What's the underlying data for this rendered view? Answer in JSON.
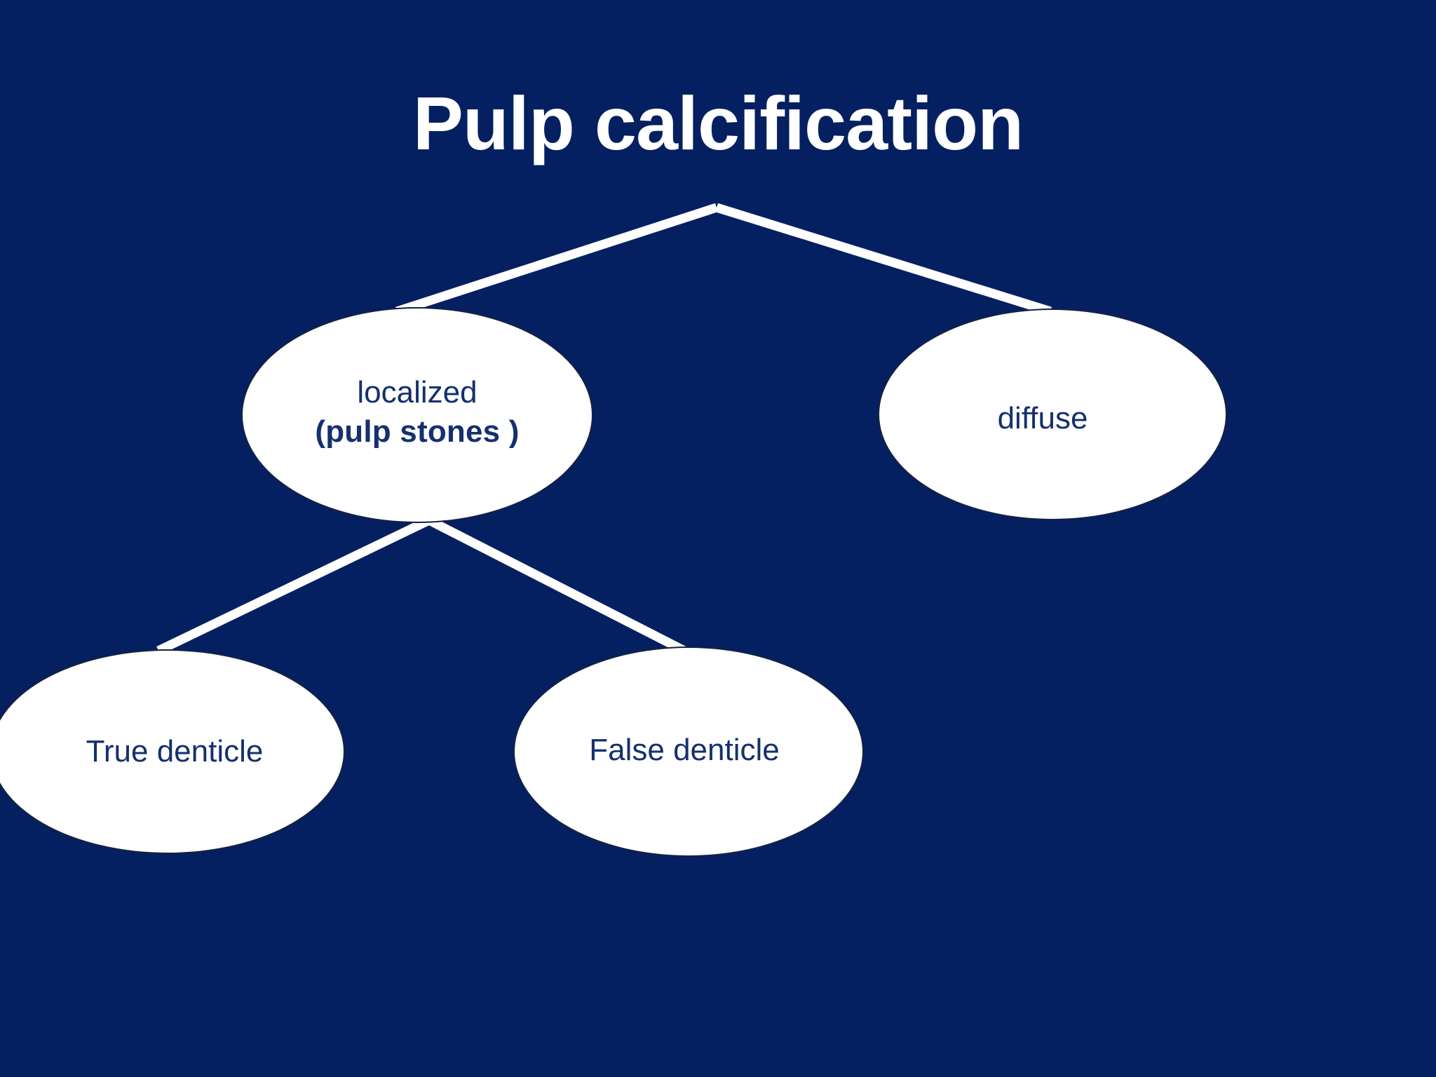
{
  "slide": {
    "title": "Pulp calcification",
    "background_color": "#042061",
    "title_color": "#ffffff",
    "node_fill_color": "#ffffff",
    "node_border_color": "#16213f",
    "node_text_color": "#15306d",
    "connector_color": "#ffffff"
  },
  "diagram": {
    "type": "tree",
    "root_label": "Pulp calcification",
    "nodes": [
      {
        "id": "localized",
        "line1": "localized",
        "line2": "(pulp stones )",
        "line2_bold": true,
        "level": 1
      },
      {
        "id": "diffuse",
        "line1": "diffuse",
        "line2": "",
        "line2_bold": false,
        "level": 1
      },
      {
        "id": "true-denticle",
        "line1": "True denticle",
        "line2": "",
        "line2_bold": false,
        "level": 2
      },
      {
        "id": "false-denticle",
        "line1": "False denticle",
        "line2": "",
        "line2_bold": false,
        "level": 2
      }
    ],
    "edges": [
      {
        "from": "Pulp calcification",
        "to": "localized"
      },
      {
        "from": "Pulp calcification",
        "to": "diffuse"
      },
      {
        "from": "localized",
        "to": "True denticle"
      },
      {
        "from": "localized",
        "to": "False denticle"
      }
    ]
  }
}
